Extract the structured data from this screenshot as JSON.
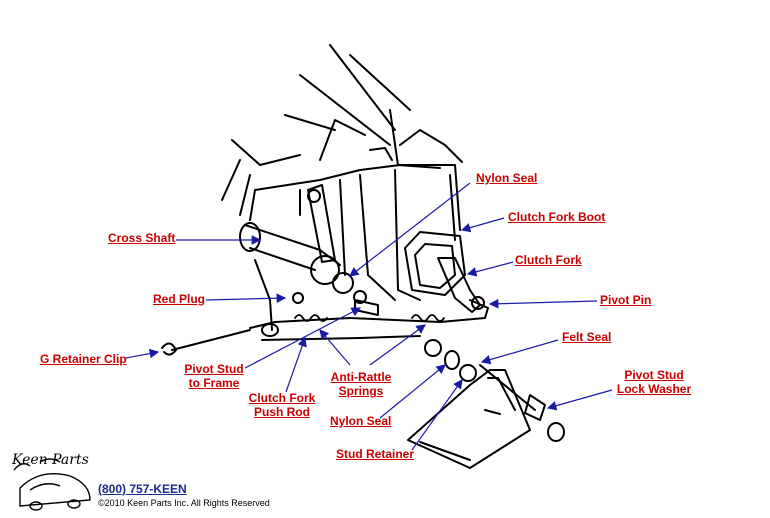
{
  "colors": {
    "label": "#cc0000",
    "arrow": "#1a1aa8",
    "line": "#000000",
    "phone": "#1a2a8a"
  },
  "labels": {
    "nylon_seal_top": "Nylon Seal",
    "clutch_fork_boot": "Clutch Fork Boot",
    "clutch_fork": "Clutch Fork",
    "cross_shaft": "Cross Shaft",
    "red_plug": "Red Plug",
    "pivot_pin": "Pivot Pin",
    "felt_seal": "Felt Seal",
    "g_retainer_clip": "G Retainer Clip",
    "pivot_stud_frame_1": "Pivot Stud",
    "pivot_stud_frame_2": "to Frame",
    "anti_rattle_1": "Anti-Rattle",
    "anti_rattle_2": "Springs",
    "pivot_stud_lock_1": "Pivot Stud",
    "pivot_stud_lock_2": "Lock Washer",
    "clutch_fork_push_1": "Clutch Fork",
    "clutch_fork_push_2": "Push Rod",
    "nylon_seal_bottom": "Nylon Seal",
    "stud_retainer": "Stud Retainer"
  },
  "footer": {
    "brand": "Keen Parts",
    "phone": "(800) 757-KEEN",
    "copyright": "©2010 Keen Parts Inc. All Rights Reserved"
  }
}
